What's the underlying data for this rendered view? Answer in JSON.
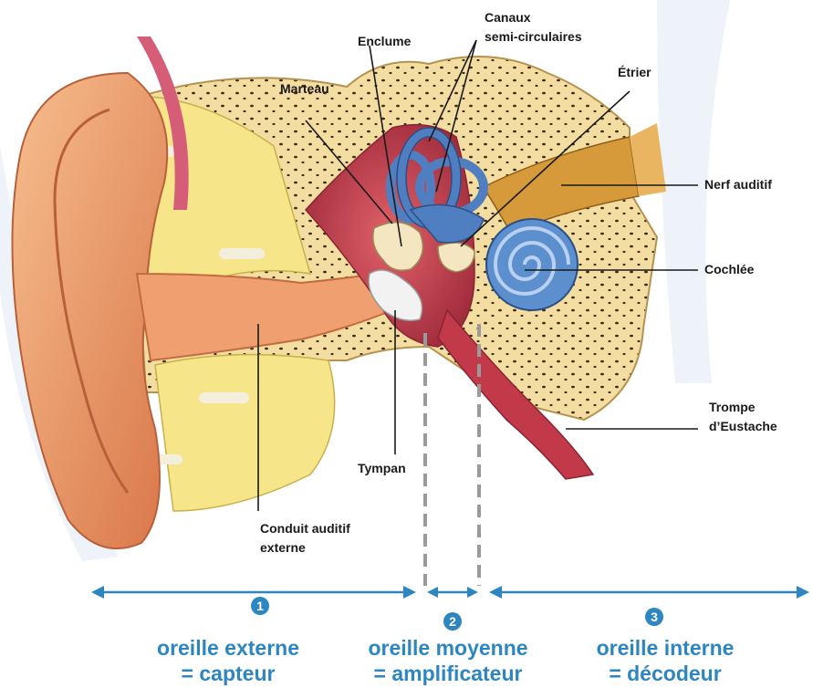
{
  "labels": {
    "enclume": "Enclume",
    "canaux": [
      "Canaux",
      "semi-circulaires"
    ],
    "etrier": "Étrier",
    "marteau": "Marteau",
    "nerf": "Nerf auditif",
    "cochlee": "Cochlée",
    "trompe": [
      "Trompe",
      "d’Eustache"
    ],
    "tympan": "Tympan",
    "conduit": [
      "Conduit auditif",
      "externe"
    ]
  },
  "sections": [
    {
      "number": "1",
      "name": "oreille externe",
      "role": "= capteur"
    },
    {
      "number": "2",
      "name": "oreille moyenne",
      "role": "= amplificateur"
    },
    {
      "number": "3",
      "name": "oreille interne",
      "role": "= décodeur"
    }
  ],
  "colors": {
    "accent": "#2d86c0",
    "bone": "#f3dda0",
    "skin": "#f2a672",
    "canals": "#4f7fc0",
    "fat": "#f7e58a",
    "middle_ear": "#c23a4a"
  }
}
